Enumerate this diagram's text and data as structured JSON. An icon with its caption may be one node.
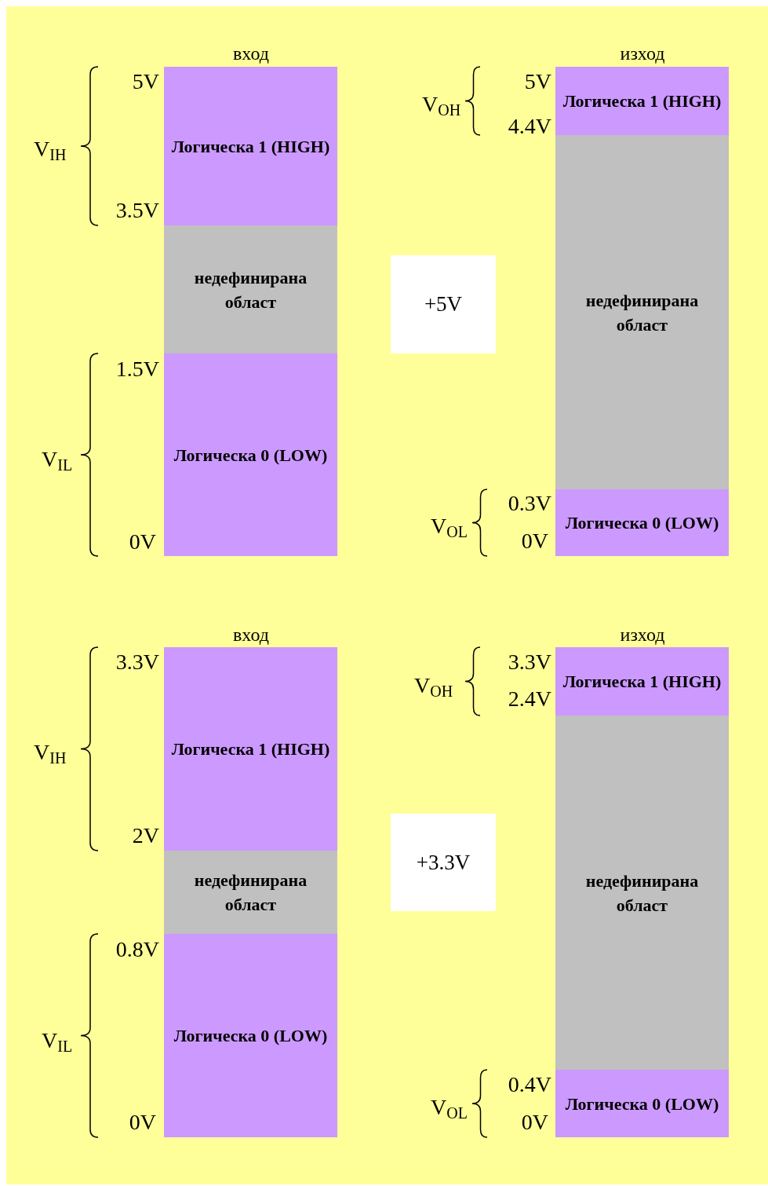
{
  "diagram": {
    "nodes": [
      {
        "text": [
          "Логическа 1 (HIGH)"
        ]
      },
      {
        "text": [
          "недефинирана област"
        ]
      },
      {
        "text": [
          "Логическа 0 (LOW)"
        ]
      },
      {
        "text": [
          "+5V"
        ]
      },
      {
        "text": [
          "Логическа 1 (HIGH)"
        ]
      },
      {
        "text": [
          "недефинирана област"
        ]
      },
      {
        "text": [
          "Логическа 0 (LOW)"
        ]
      },
      {
        "text": [
          "Логическа 1 (HIGH)"
        ]
      },
      {
        "text": [
          "недефинирана област"
        ]
      },
      {
        "text": [
          "Логическа 0 (LOW)"
        ]
      },
      {
        "text": [
          "+3.3V"
        ]
      },
      {
        "text": [
          "Логическа 1 (HIGH)"
        ]
      },
      {
        "text": [
          "недефинирана област"
        ]
      },
      {
        "text": [
          "Логическа 0 (LOW)"
        ]
      }
    ],
    "labels": [
      "вход",
      "изход",
      "5V",
      "V$_{IH}$",
      "3.5V",
      "1.5V",
      "V$_{IL}$",
      "0V",
      "V$_{OH}$",
      "5V",
      "4.4V",
      "V$_{OL}$",
      "0.3V",
      "0V",
      "вход",
      "изход",
      "3.3V",
      "V$_{IH}$",
      "2V",
      "0.8V",
      "V$_{IL}$",
      "0V",
      "V$_{OH}$",
      "3.3V",
      "2.4V",
      "V$_{OL}$",
      "0.4V",
      "0V"
    ]
  }
}
